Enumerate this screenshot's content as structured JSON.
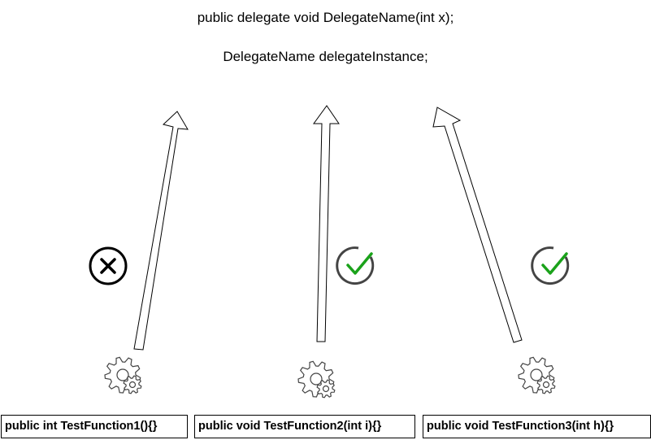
{
  "header": {
    "delegate_declaration": "public delegate void DelegateName(int x);",
    "delegate_instance": "DelegateName delegateInstance;"
  },
  "functions": [
    {
      "label": "public int TestFunction1(){}",
      "compatible": false,
      "status_icon": "x-circle-icon"
    },
    {
      "label": "public void TestFunction2(int i){}",
      "compatible": true,
      "status_icon": "check-circle-icon"
    },
    {
      "label": "public void TestFunction3(int h){}",
      "compatible": true,
      "status_icon": "check-circle-icon"
    }
  ],
  "colors": {
    "check": "#1aa21a",
    "check_circle": "#444444",
    "x_mark": "#000000",
    "arrow_stroke": "#000000",
    "gear_stroke": "#444444"
  }
}
